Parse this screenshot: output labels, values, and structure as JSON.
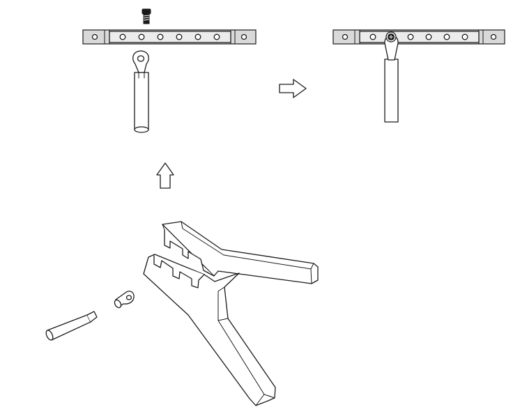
{
  "diagram": {
    "description_text": "",
    "steps": [
      {
        "id": "crimp-terminal",
        "label": ""
      },
      {
        "id": "mount-to-busbar",
        "label": ""
      }
    ],
    "arrows": [
      {
        "from": "crimp-terminal",
        "to": "terminal-on-cable",
        "direction": "up"
      },
      {
        "from": "terminal-on-cable",
        "to": "mounted-result",
        "direction": "right"
      }
    ],
    "colors": {
      "line": "#1a1a1a",
      "background": "#ffffff",
      "busbar_fill": "#d9d9d9"
    },
    "icons": [
      "screw-icon",
      "ring-terminal-icon",
      "cable-icon",
      "busbar-icon",
      "crimping-tool-icon",
      "arrow-up-icon",
      "arrow-right-icon"
    ]
  }
}
